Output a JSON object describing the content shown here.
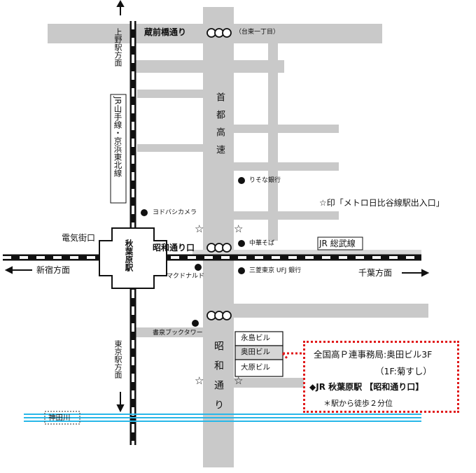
{
  "roads": {
    "kuramae": "蔵前橋通り",
    "daito": "（台東一丁目）",
    "shuto": "首都高速",
    "showa_exit": "昭和通り口",
    "showa_dori": "昭和通り",
    "denki": "電気街口"
  },
  "rail": {
    "jr_yamanote": "JR山手線・京浜東北線",
    "jr_sobu": "JR 総武線",
    "ueno": "上野駅方面",
    "tokyo": "東京駅方面",
    "shinjuku": "新宿方面",
    "chiba": "千葉方面",
    "station": "秋葉原駅"
  },
  "landmarks": {
    "risona": "りそな銀行",
    "yodobashi": "ヨドバシカメラ",
    "chuka": "中華そば",
    "mufg": "三菱東京 UFJ 銀行",
    "mcd": "マクドナルド",
    "bookstore": "書泉ブックタワー",
    "nagashima": "永島ビル",
    "okuda": "奥田ビル",
    "ohara": "大原ビル",
    "kanda": "神田川"
  },
  "legend": {
    "metro": "☆印「メトロ日比谷線駅出入口」"
  },
  "info": {
    "line1": "全国高Ｐ連事務局:奥田ビル3F",
    "line2": "（1F:菊すし）",
    "line3": "◆JR 秋葉原駅 【昭和通り口】",
    "line4": "＊駅から徒歩２分位"
  },
  "colors": {
    "road": "#c9c9c9",
    "rail": "#111111",
    "river": "#27b7e8",
    "accent": "#e0191a"
  }
}
